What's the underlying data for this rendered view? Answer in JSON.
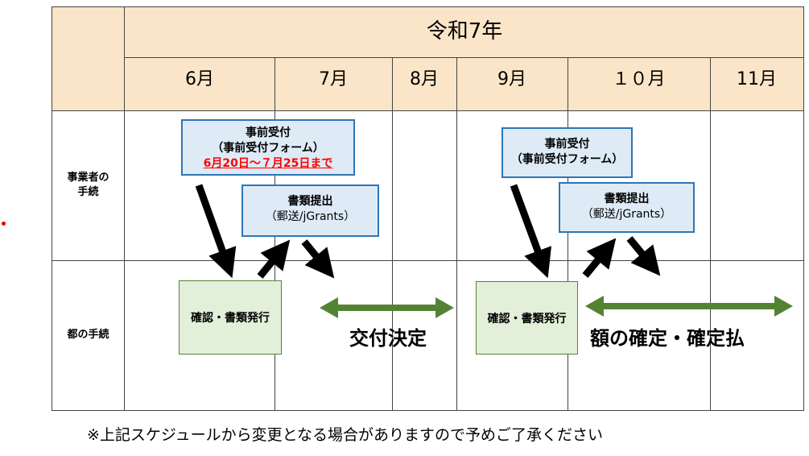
{
  "header": {
    "year": "令和7年",
    "months": [
      "6月",
      "7月",
      "8月",
      "9月",
      "１０月",
      "11月"
    ]
  },
  "rows": {
    "business": "事業者の\n手続",
    "metro": "都の手続"
  },
  "boxes": {
    "pre_reception_1": {
      "title": "事前受付",
      "form": "（事前受付フォーム）",
      "period": "6月20日～７月25日まで"
    },
    "submission_1": {
      "title": "書類提出",
      "method": "（郵送/jGrants）"
    },
    "pre_reception_2": {
      "title": "事前受付",
      "form": "（事前受付フォーム）"
    },
    "submission_2": {
      "title": "書類提出",
      "method": "（郵送/jGrants）"
    },
    "confirm_1": "確認・書類発行",
    "confirm_2": "確認・書類発行"
  },
  "labels": {
    "grant_decision": "交付決定",
    "amount_confirmation": "額の確定・確定払"
  },
  "note": "※上記スケジュールから変更となる場合がありますので予めご了承ください",
  "colors": {
    "header_fill": "#fbe5c8",
    "blue_box_fill": "#deebf7",
    "blue_box_border": "#2e75b6",
    "green_box_fill": "#e2f0d9",
    "green_arrow": "#548235",
    "highlight_red": "#ff0000"
  }
}
